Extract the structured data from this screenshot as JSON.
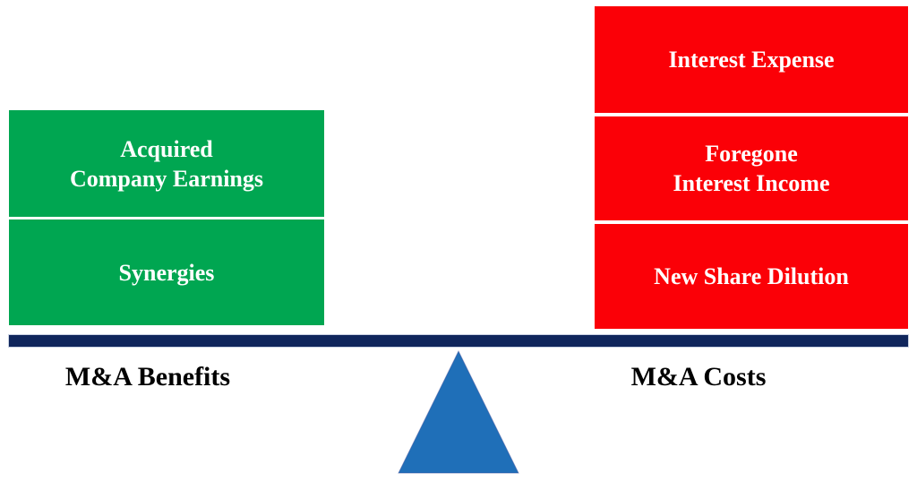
{
  "balance": {
    "left": {
      "label": "M&A Benefits",
      "boxes": [
        {
          "lines": [
            "Acquired",
            "Company Earnings"
          ]
        },
        {
          "lines": [
            "Synergies"
          ]
        }
      ]
    },
    "right": {
      "label": "M&A Costs",
      "boxes": [
        {
          "lines": [
            "Interest Expense"
          ]
        },
        {
          "lines": [
            "Foregone",
            "Interest Income"
          ]
        },
        {
          "lines": [
            "New Share Dilution"
          ]
        }
      ]
    },
    "colors": {
      "benefit_green": "#00A651",
      "cost_red": "#FB0007",
      "beam_navy": "#10265C",
      "fulcrum_blue": "#1F6FB8",
      "box_text_white": "#FFFFFF",
      "label_black": "#000000"
    }
  }
}
